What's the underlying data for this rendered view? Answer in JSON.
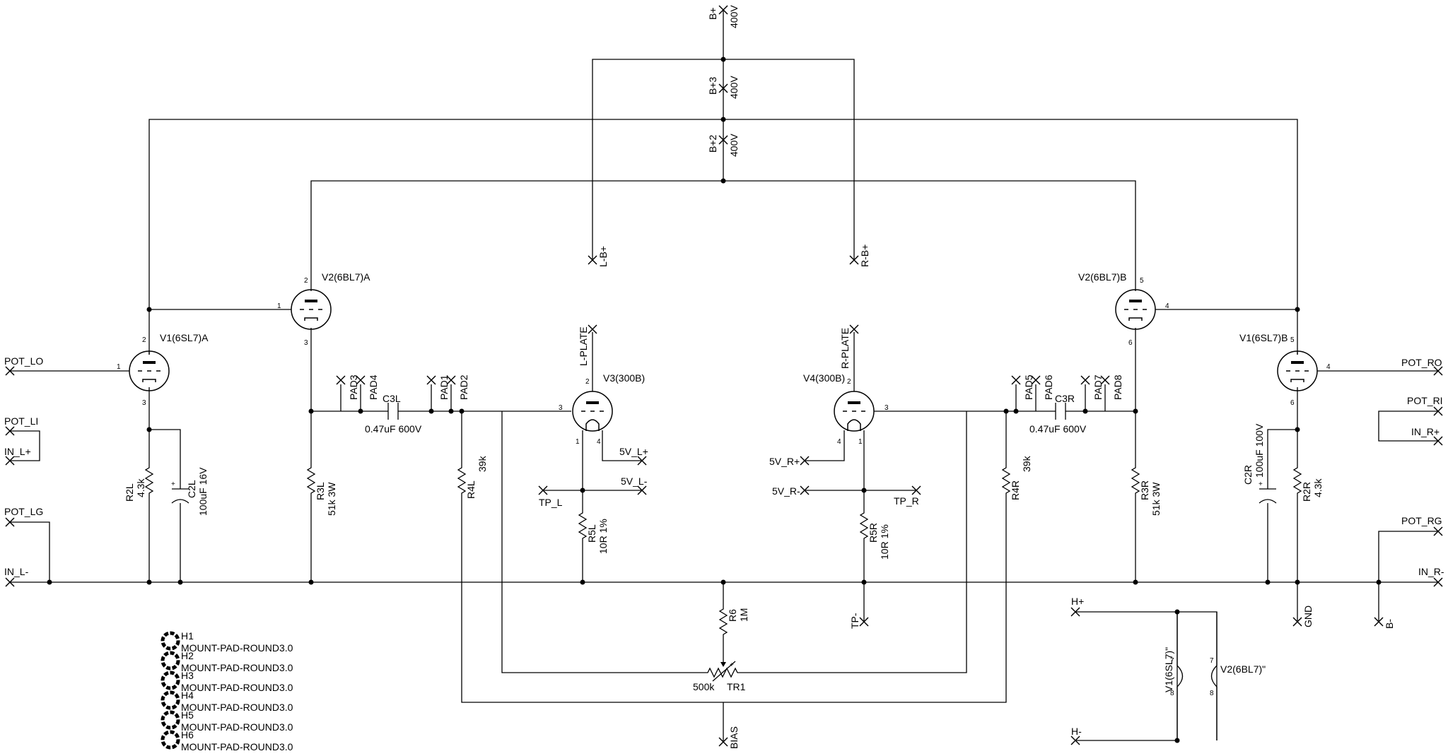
{
  "supply": {
    "b_plus": {
      "name": "B+",
      "value": "400V"
    },
    "b_plus3": {
      "name": "B+3",
      "value": "400V"
    },
    "b_plus2": {
      "name": "B+2",
      "value": "400V"
    },
    "l_bplus": "L-B+",
    "r_bplus": "R-B+"
  },
  "ports_left": {
    "pot_lo": "POT_LO",
    "pot_li": "POT_LI",
    "in_lp": "IN_L+",
    "pot_lg": "POT_LG",
    "in_lm": "IN_L-"
  },
  "ports_right": {
    "pot_ro": "POT_RO",
    "pot_ri": "POT_RI",
    "in_rp": "IN_R+",
    "pot_rg": "POT_RG",
    "in_rm": "IN_R-"
  },
  "tubes": {
    "v1a": "V1(6SL7)A",
    "v1b": "V1(6SL7)B",
    "v2a": "V2(6BL7)A",
    "v2b": "V2(6BL7)B",
    "v3": "V3(300B)",
    "v4": "V4(300B)",
    "v1h": "V1(6SL7)\"",
    "v2h": "V2(6BL7)\""
  },
  "resistors": {
    "r2l": {
      "name": "R2L",
      "value": "4.3k"
    },
    "r3l": {
      "name": "R3L",
      "value": "51k 3W"
    },
    "r4l": {
      "name": "R4L",
      "value": "39k"
    },
    "r5l": {
      "name": "R5L",
      "value": "10R 1%"
    },
    "r6": {
      "name": "R6",
      "value": "1M"
    },
    "r5r": {
      "name": "R5R",
      "value": "10R 1%"
    },
    "r4r": {
      "name": "R4R",
      "value": "39k"
    },
    "r3r": {
      "name": "R3R",
      "value": "51k 3W"
    },
    "r2r": {
      "name": "R2R",
      "value": "4.3k"
    },
    "tr1": {
      "name": "TR1",
      "value": "500k"
    }
  },
  "capacitors": {
    "c2l": {
      "name": "C2L",
      "value": "100uF 16V"
    },
    "c3l": {
      "name": "C3L",
      "value": "0.47uF 600V"
    },
    "c3r": {
      "name": "C3R",
      "value": "0.47uF 600V"
    },
    "c2r": {
      "name": "C2R",
      "value": "100uF 100V"
    }
  },
  "pads": [
    "PAD3",
    "PAD4",
    "PAD1",
    "PAD2",
    "PAD5",
    "PAD6",
    "PAD7",
    "PAD8"
  ],
  "test_points": {
    "l_plate": "L-PLATE",
    "r_plate": "R-PLATE",
    "v5_lp": "5V_L+",
    "v5_lm": "5V_L-",
    "tp_l": "TP_L",
    "v5_rp": "5V_R+",
    "v5_rm": "5V_R-",
    "tp_r": "TP_R",
    "tp_minus": "TP-",
    "bias": "BIAS",
    "gnd": "GND",
    "b_minus": "B-",
    "h_plus": "H+",
    "h_minus": "H-"
  },
  "mounts": [
    {
      "name": "H1",
      "value": "MOUNT-PAD-ROUND3.0"
    },
    {
      "name": "H2",
      "value": "MOUNT-PAD-ROUND3.0"
    },
    {
      "name": "H3",
      "value": "MOUNT-PAD-ROUND3.0"
    },
    {
      "name": "H4",
      "value": "MOUNT-PAD-ROUND3.0"
    },
    {
      "name": "H5",
      "value": "MOUNT-PAD-ROUND3.0"
    },
    {
      "name": "H6",
      "value": "MOUNT-PAD-ROUND3.0"
    }
  ],
  "pin_numbers": {
    "p1": "1",
    "p2": "2",
    "p3": "3",
    "p4": "4",
    "p5": "5",
    "p6": "6",
    "p7": "7",
    "p8": "8"
  }
}
